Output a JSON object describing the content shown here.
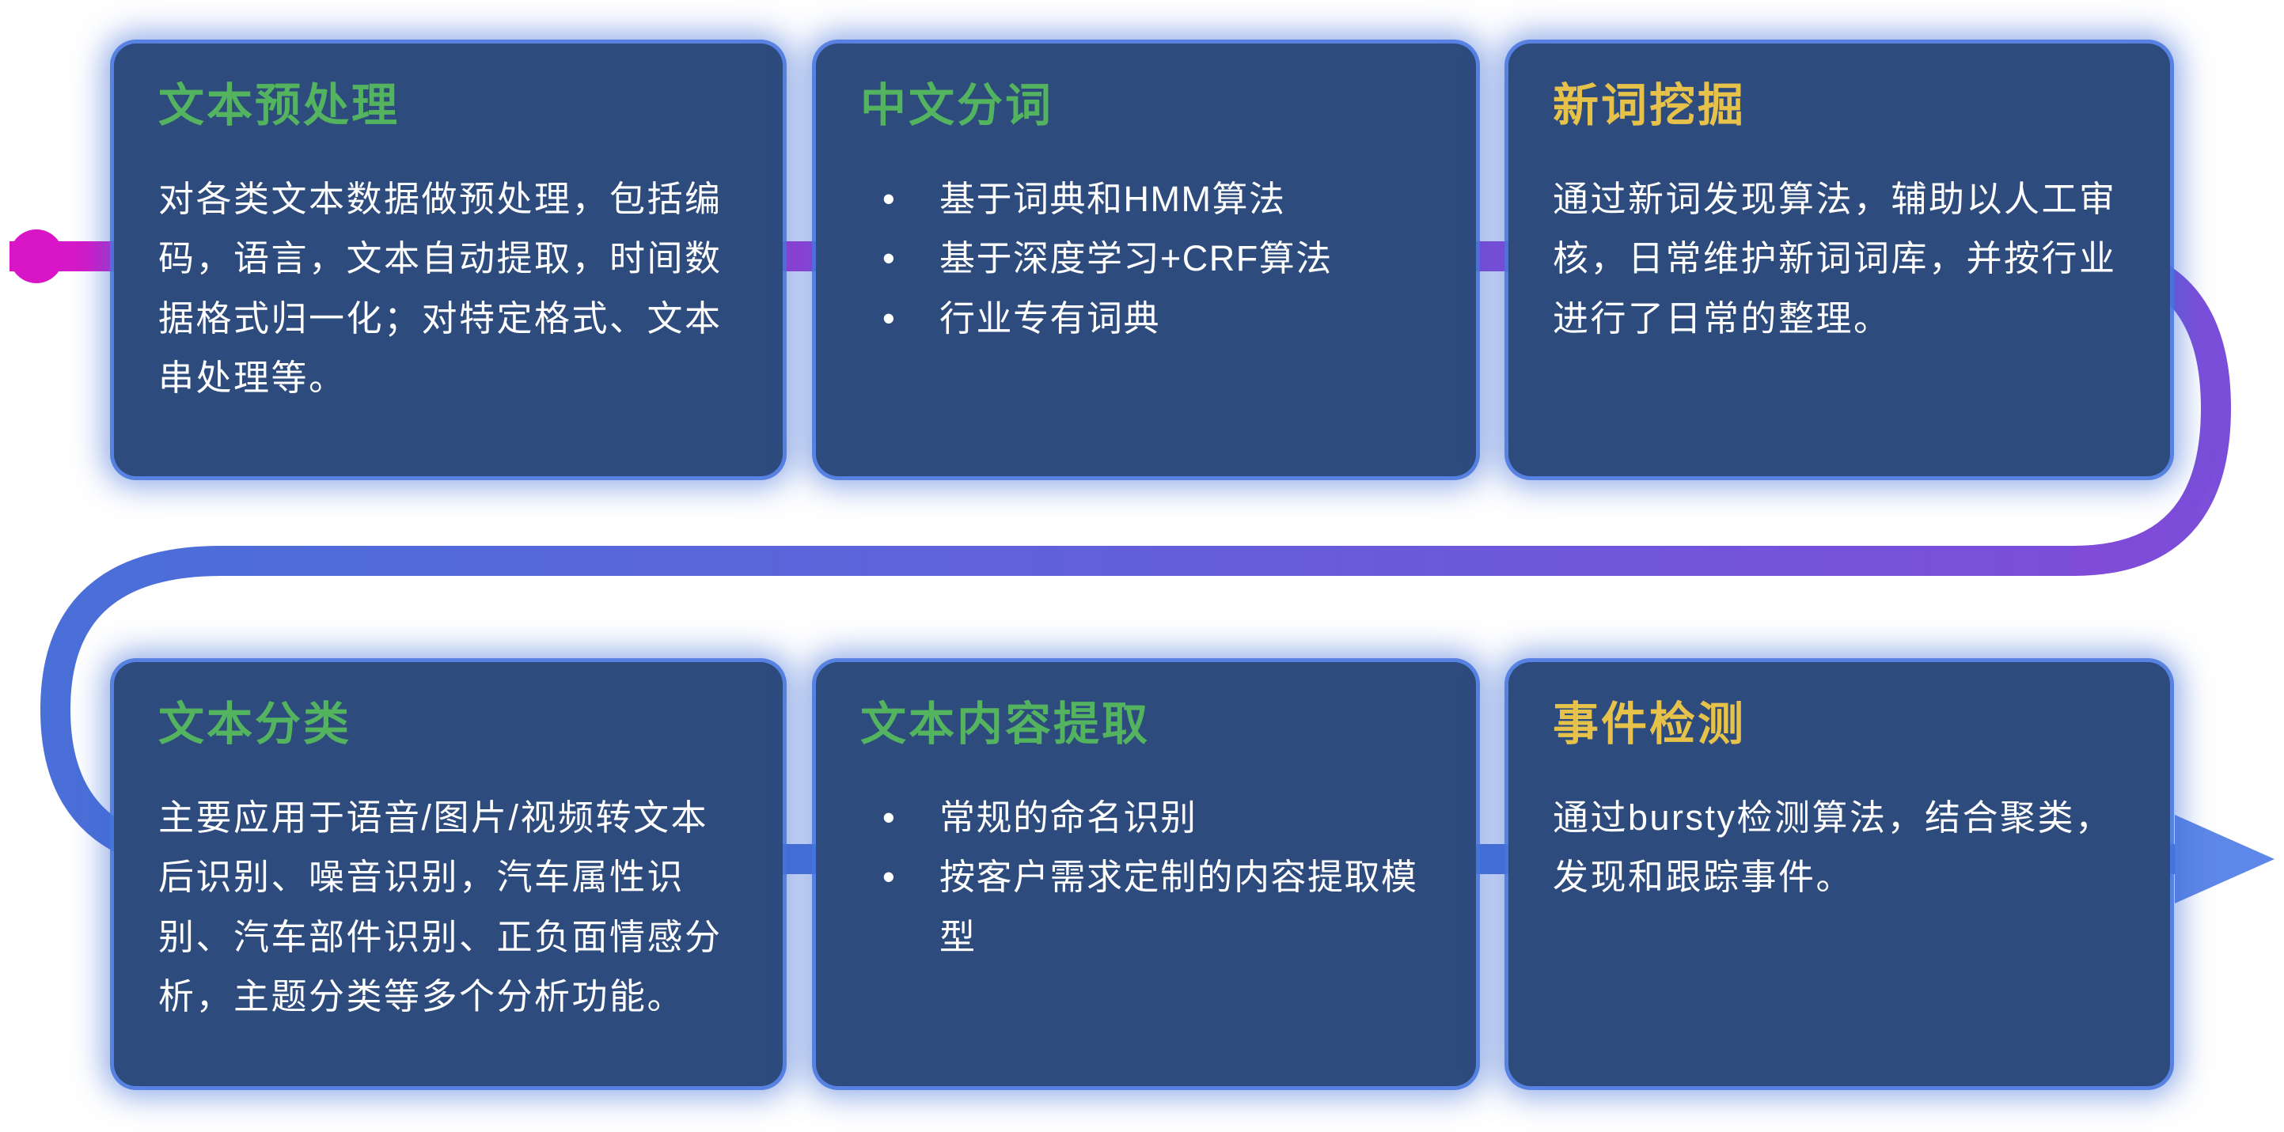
{
  "colors": {
    "background": "#ffffff",
    "card_bg": "#2d4b7d",
    "card_glow": "#3c6cd6",
    "title_green": "#53b35f",
    "title_yellow": "#e6c24b",
    "body_text": "#ffffff",
    "pipe_magenta": "#d916c7",
    "pipe_purple": "#a435d4",
    "pipe_violet": "#7b4ed9",
    "pipe_indigo": "#5f62db",
    "pipe_blue": "#4a6fd8",
    "pipe_arrow": "#5d87e8"
  },
  "pipeline": {
    "start_marker": "magenta-dot",
    "end_marker": "blue-arrow",
    "flow": [
      "文本预处理",
      "中文分词",
      "新词挖掘",
      "文本分类",
      "文本内容提取",
      "事件检测"
    ]
  },
  "cards": [
    {
      "id": "text-preprocessing",
      "title": "文本预处理",
      "title_color": "green",
      "type": "paragraph",
      "body": "对各类文本数据做预处理，包括编码，语言，文本自动提取，时间数据格式归一化；对特定格式、文本串处理等。"
    },
    {
      "id": "chinese-word-segmentation",
      "title": "中文分词",
      "title_color": "green",
      "type": "bullets",
      "bullets": [
        "基于词典和HMM算法",
        "基于深度学习+CRF算法",
        "行业专有词典"
      ]
    },
    {
      "id": "new-word-mining",
      "title": "新词挖掘",
      "title_color": "yellow",
      "type": "paragraph",
      "body": "通过新词发现算法，辅助以人工审核，日常维护新词词库，并按行业进行了日常的整理。"
    },
    {
      "id": "text-classification",
      "title": "文本分类",
      "title_color": "green",
      "type": "paragraph",
      "body": "主要应用于语音/图片/视频转文本后识别、噪音识别，汽车属性识别、汽车部件识别、正负面情感分析，主题分类等多个分析功能。"
    },
    {
      "id": "text-content-extraction",
      "title": "文本内容提取",
      "title_color": "green",
      "type": "bullets",
      "bullets": [
        "常规的命名识别",
        "按客户需求定制的内容提取模型"
      ]
    },
    {
      "id": "event-detection",
      "title": "事件检测",
      "title_color": "yellow",
      "type": "paragraph",
      "body": "通过bursty检测算法，结合聚类，发现和跟踪事件。"
    }
  ]
}
